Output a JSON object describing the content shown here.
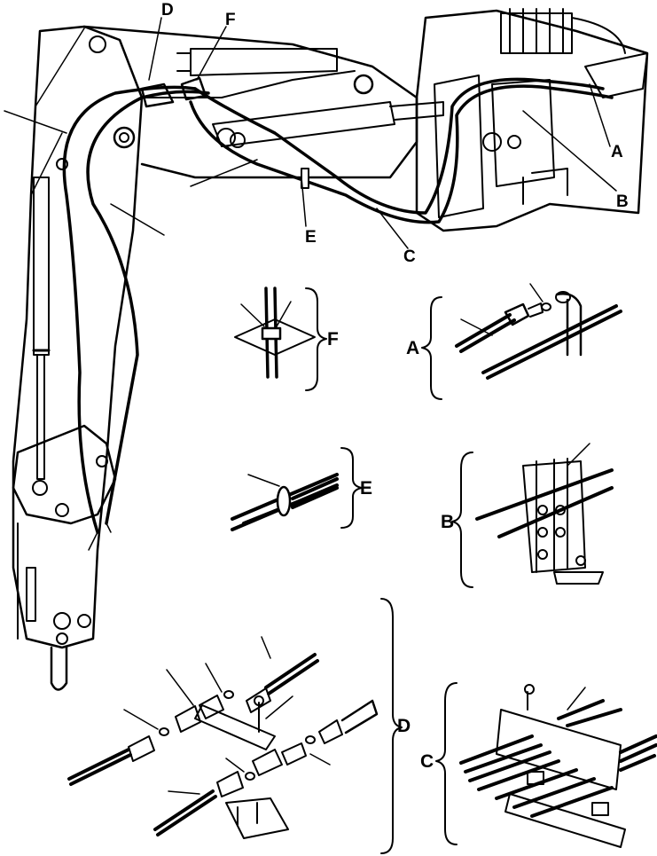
{
  "callouts": {
    "A": "A",
    "B": "B",
    "C": "C",
    "D": "D",
    "E": "E",
    "F": "F"
  },
  "detail_labels": {
    "F": "F",
    "A": "A",
    "E": "E",
    "B": "B",
    "D": "D",
    "C": "C"
  }
}
